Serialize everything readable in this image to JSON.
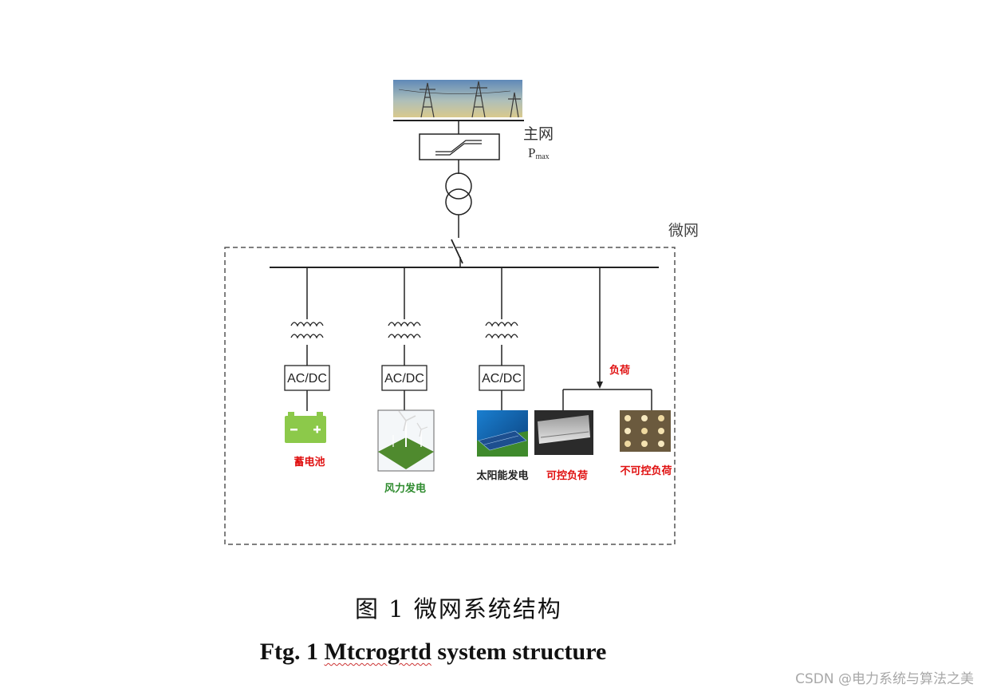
{
  "diagram": {
    "grid_label": "主网",
    "pmax_main": "P",
    "pmax_sub": "max",
    "microgrid_label": "微网",
    "converter_label": "AC/DC",
    "load_label": "负荷",
    "devices": {
      "battery": "蓄电池",
      "wind": "风力发电",
      "solar": "太阳能发电",
      "controllable_load": "可控负荷",
      "uncontrollable_load": "不可控负荷"
    },
    "colors": {
      "battery_label": "#e01010",
      "wind_label": "#2e8b2e",
      "solar_label": "#222222",
      "load_label": "#e01010"
    }
  },
  "caption": {
    "cn": "图  1  微网系统结构",
    "en_prefix": "Ftg. 1 ",
    "en_word": "Mtcrogrtd",
    "en_suffix": " system structure"
  },
  "watermark": "CSDN @电力系统与算法之美"
}
